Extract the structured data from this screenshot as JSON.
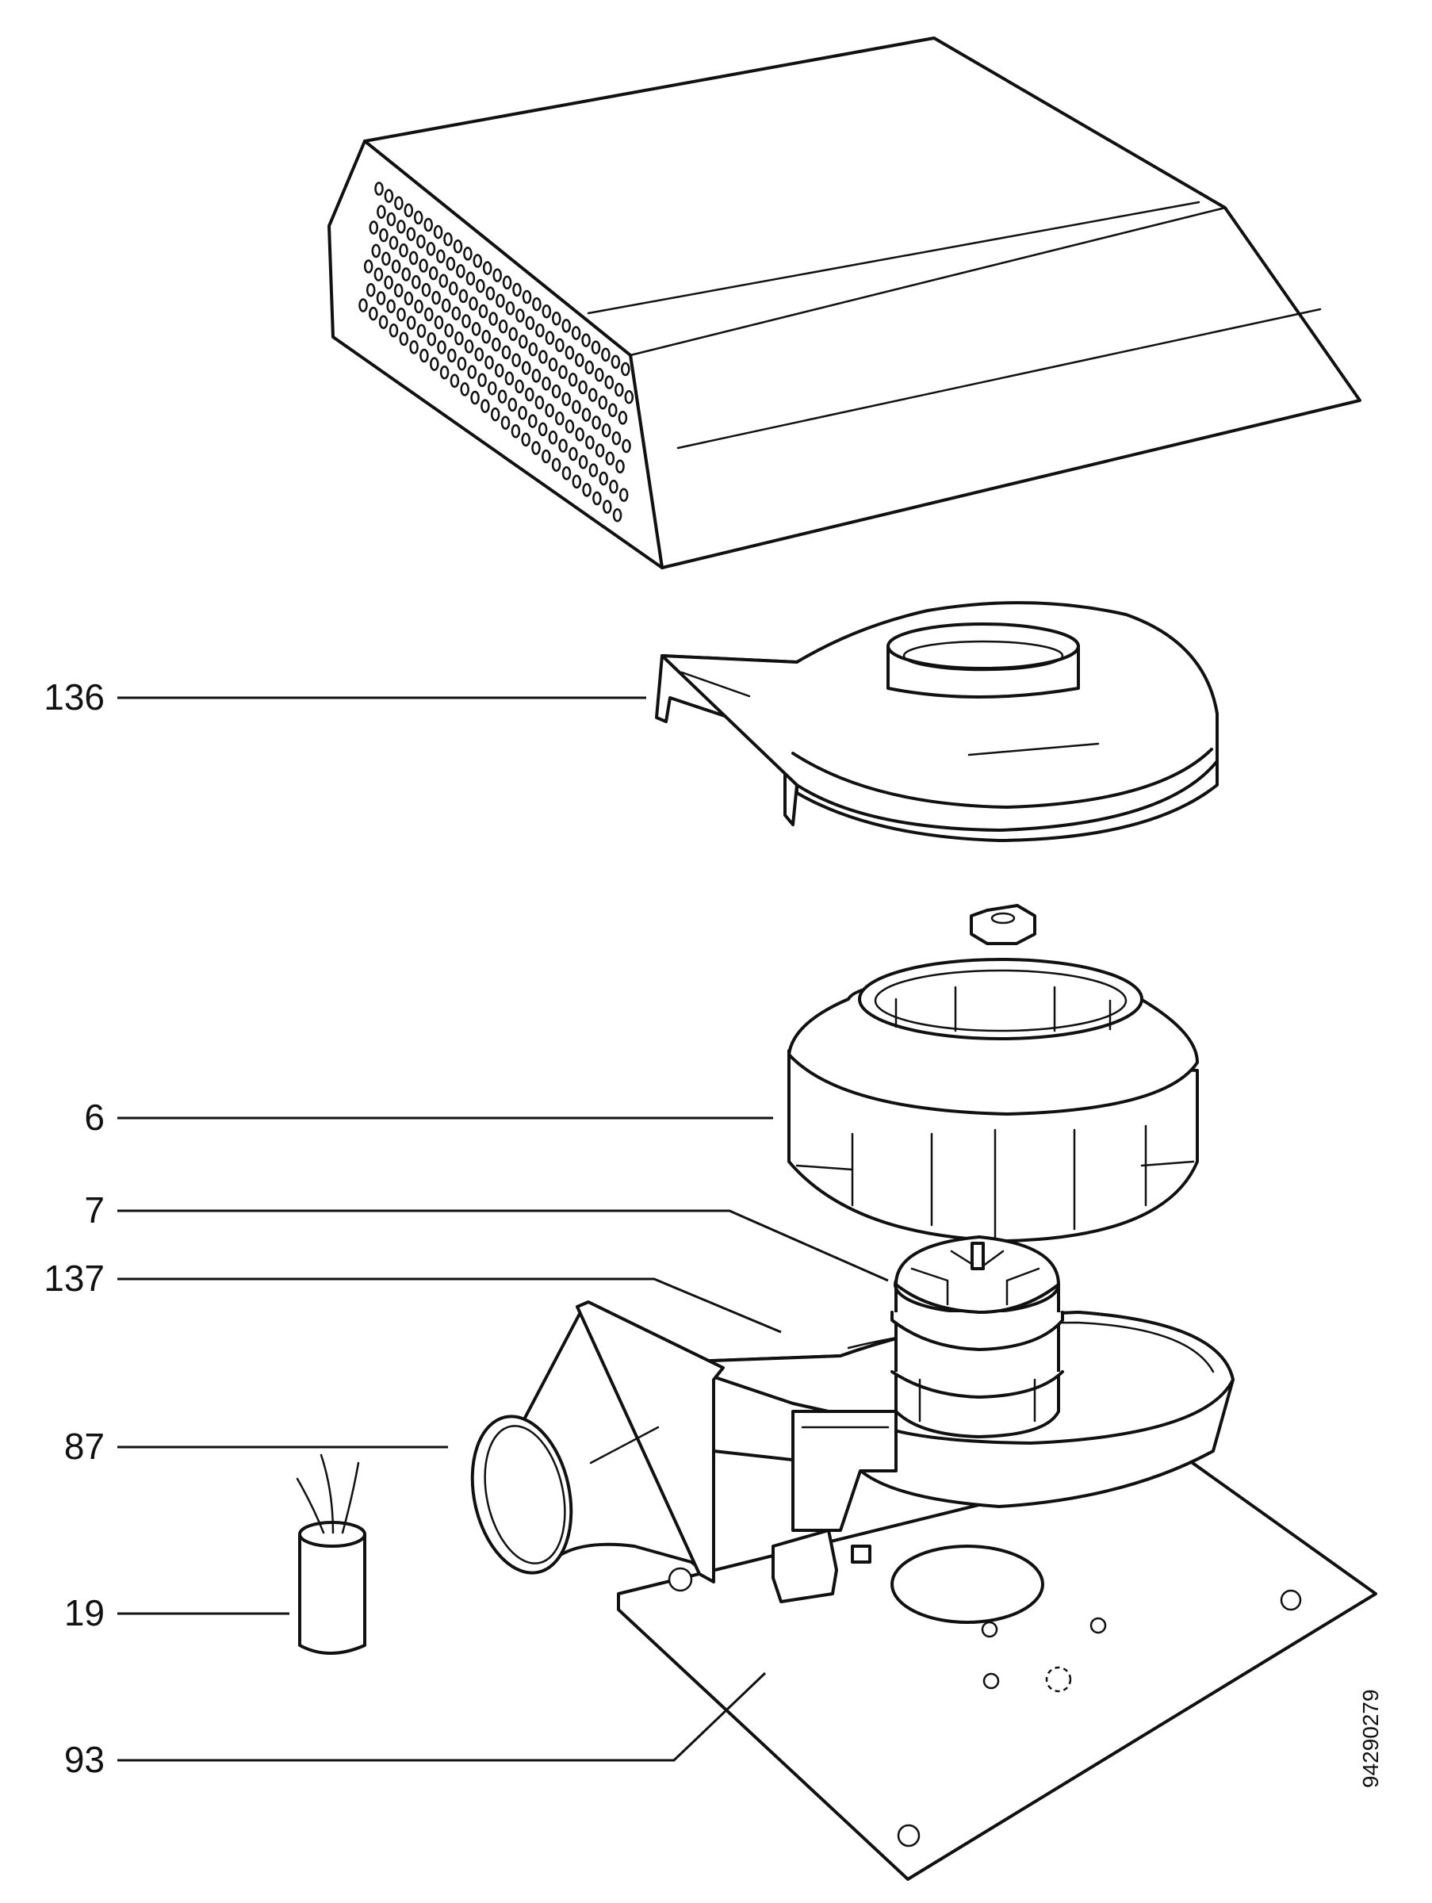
{
  "callouts": [
    {
      "id": "136",
      "text": "136"
    },
    {
      "id": "6",
      "text": "6"
    },
    {
      "id": "7",
      "text": "7"
    },
    {
      "id": "137",
      "text": "137"
    },
    {
      "id": "87",
      "text": "87"
    },
    {
      "id": "19",
      "text": "19"
    },
    {
      "id": "93",
      "text": "93"
    }
  ],
  "document_number": "94290279"
}
